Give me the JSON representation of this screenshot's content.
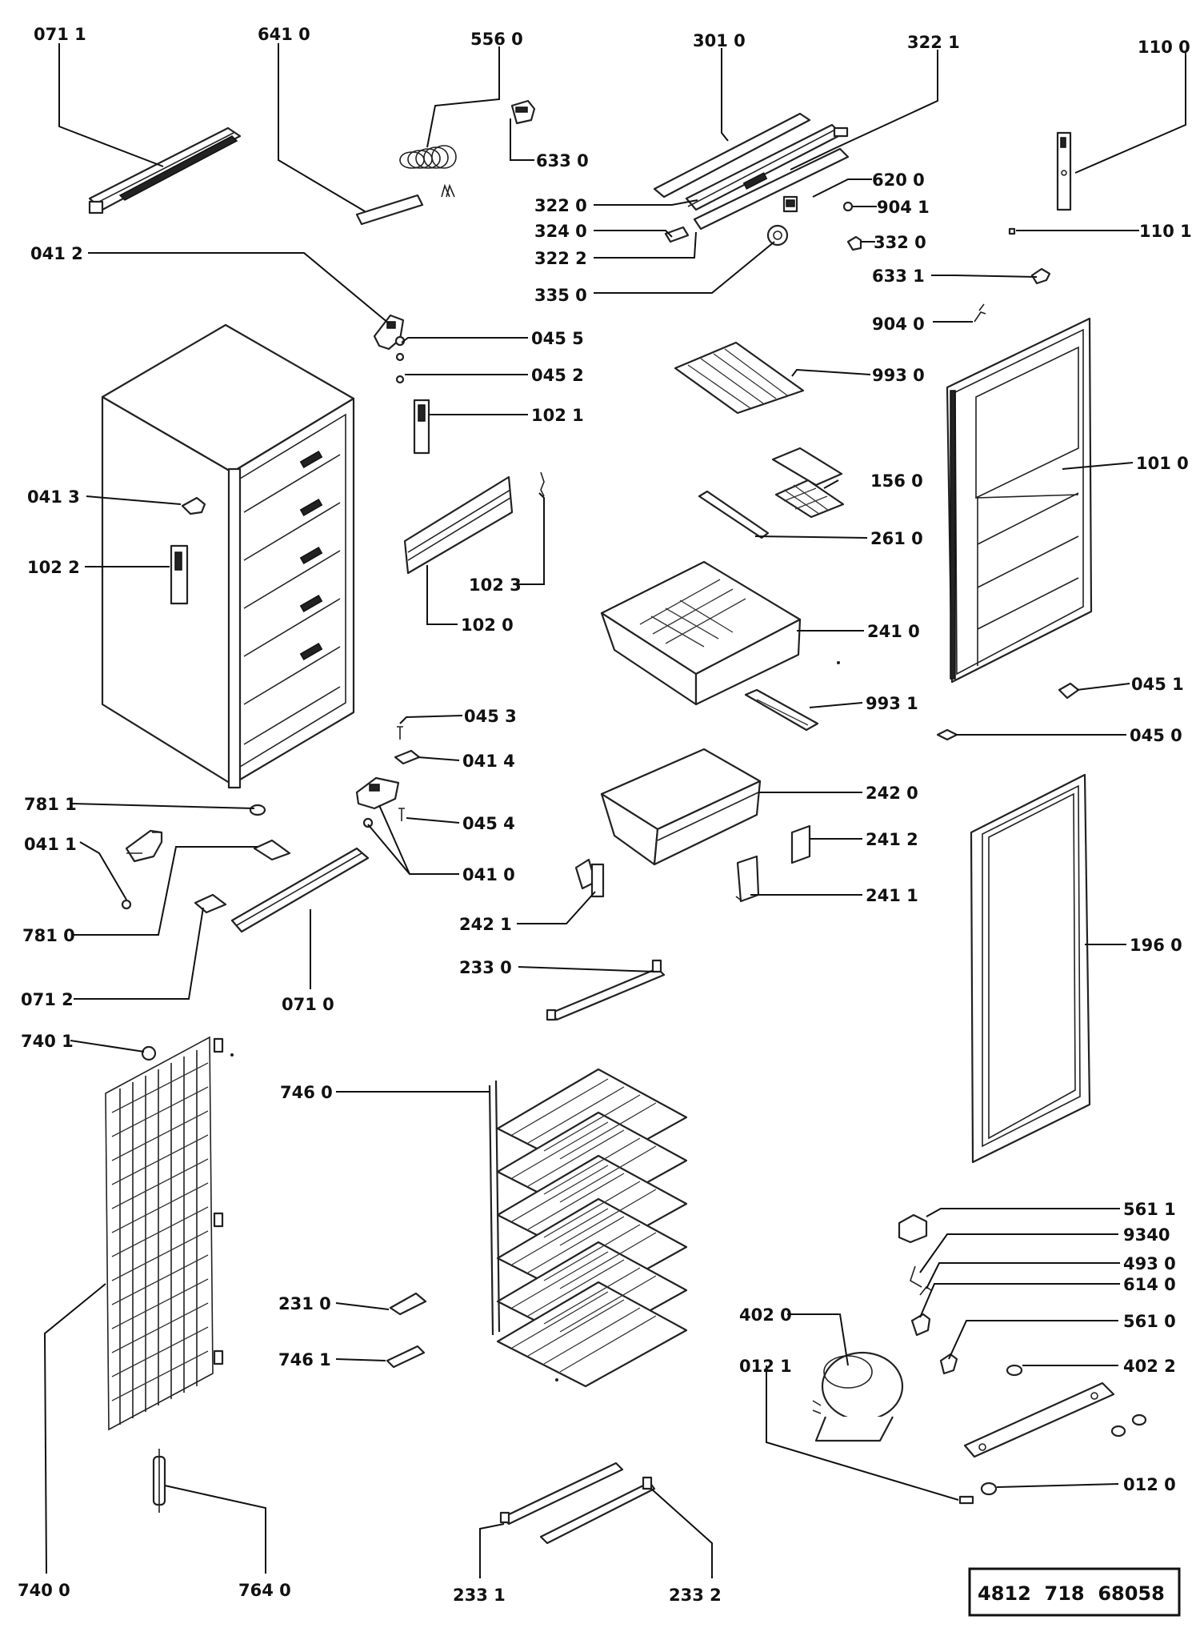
{
  "document_number": "4812  718  68058",
  "labels": {
    "l0711": "071 1",
    "l6410": "641 0",
    "l5560": "556  0",
    "l3010": "301 0",
    "l3221": "322  1",
    "l1100": "110  0",
    "l6330": "633 0",
    "l6200": "620 0",
    "l3220": "322 0",
    "l9041": "904 1",
    "l3240": "324 0",
    "l3222": "322 2",
    "l1101": "110 1",
    "l3320": "332 0",
    "l0412": "041 2",
    "l3350": "335 0",
    "l6331": "633 1",
    "l9040": "904 0",
    "l0455": "045 5",
    "l0452": "045 2",
    "l9930": "993 0",
    "l1021": "102 1",
    "l1010": "101 0",
    "l0413": "041 3",
    "l1560": "156 0",
    "l2610": "261 0",
    "l1022": "102 2",
    "l1023": "102 3",
    "l1020": "102 0",
    "l2410": "241 0",
    "l0451": "045 1",
    "l9931": "993 1",
    "l0453": "045 3",
    "l0450": "045 0",
    "l0414": "041 4",
    "l7811": "781 1",
    "l2420": "242 0",
    "l0454": "045 4",
    "l0411": "041 1",
    "l2412": "241 2",
    "l0410": "041 0",
    "l7810": "781 0",
    "l2411": "241 1",
    "l2421": "242 1",
    "l1960": "196 0",
    "l2330": "233 0",
    "l0712": "071 2",
    "l0710": "071 0",
    "l7401": "740 1",
    "l7460": "746 0",
    "l5611": "561 1",
    "l9340": "9340",
    "l4930": "493 0",
    "l6140": "614 0",
    "l2310": "231 0",
    "l4020": "402 0",
    "l5610": "561 0",
    "l7461": "746 1",
    "l0121": "012 1",
    "l4022": "402 2",
    "l0120": "012 0",
    "l7400": "740 0",
    "l7640": "764 0",
    "l2331": "233 1",
    "l2332": "233 2"
  }
}
